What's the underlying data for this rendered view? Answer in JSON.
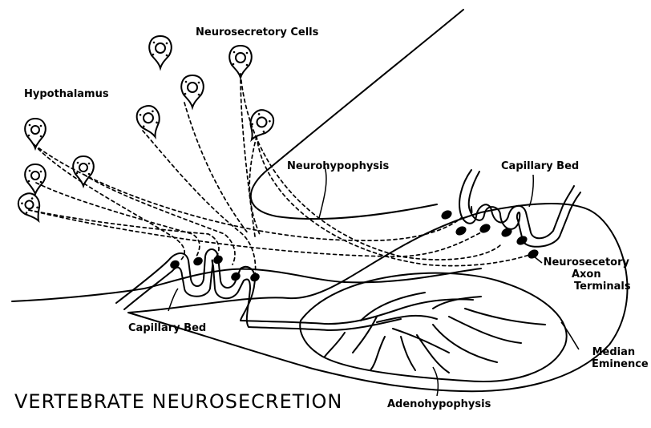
{
  "title": "VERTEBRATE NEUROSECRETION",
  "labels": {
    "neurosecretory_cells": "Neurosecretory Cells",
    "hypothalamus": "Hypothalamus",
    "neurohypophysis": "Neurohypophysis",
    "capillary_bed_upper": "Capillary Bed",
    "capillary_bed_lower": "Capillary Bed",
    "axon_terminals": [
      "Neurosecetory",
      "Axon",
      "Terminals"
    ],
    "median_eminence": [
      "Median",
      "Eminence"
    ],
    "adenohypophysis": "Adenohypophysis"
  },
  "colors": {
    "ink": "#000000",
    "paper": "#ffffff"
  }
}
